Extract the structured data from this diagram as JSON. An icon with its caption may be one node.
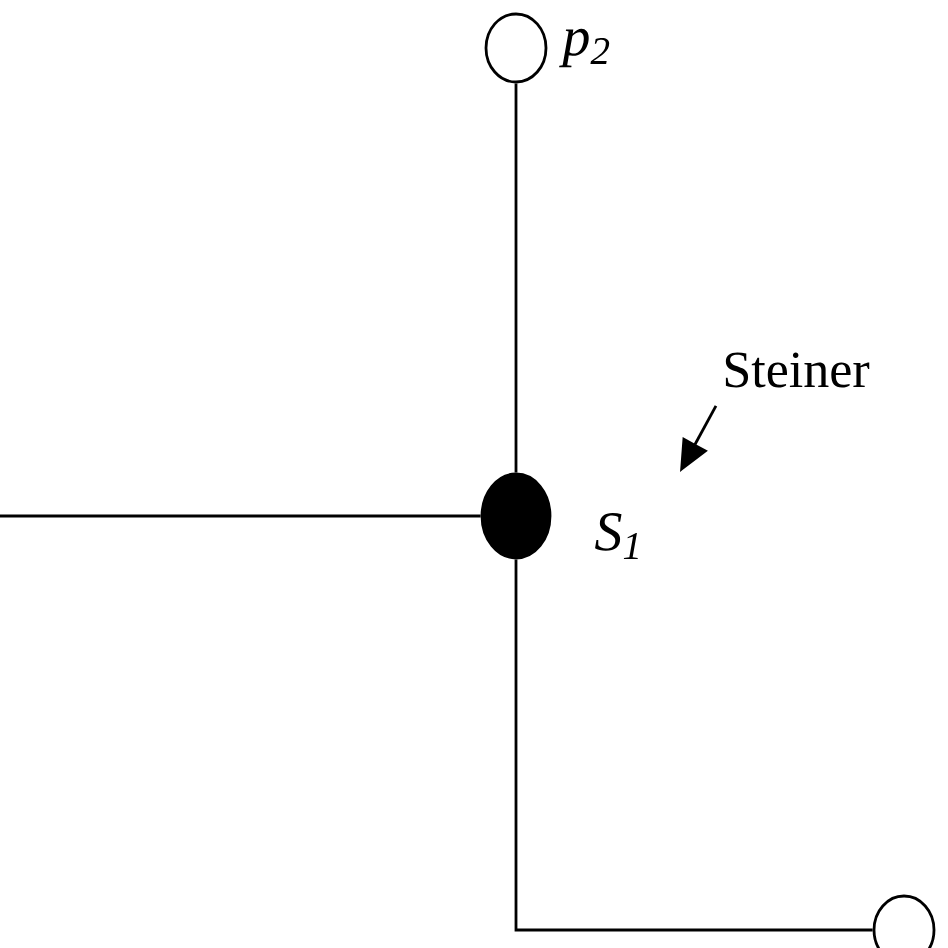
{
  "diagram": {
    "nodes": [
      {
        "text": [],
        "shape": "circle",
        "beside": [
          "*p*$_{2}$"
        ]
      },
      {
        "text": [],
        "shape": "circle",
        "beside": [
          "*S*$_{1}$"
        ]
      },
      {
        "text": [],
        "shape": "circle"
      },
      {
        "text": [
          "Steiner"
        ]
      }
    ],
    "edges": [
      {
        "from": null,
        "to": 1,
        "arrow": "none"
      },
      {
        "from": 1,
        "to": 0,
        "arrow": "none"
      },
      {
        "from": 1,
        "to": 2,
        "arrow": "none"
      },
      {
        "from": 3,
        "to": null,
        "arrow": "to"
      }
    ]
  }
}
